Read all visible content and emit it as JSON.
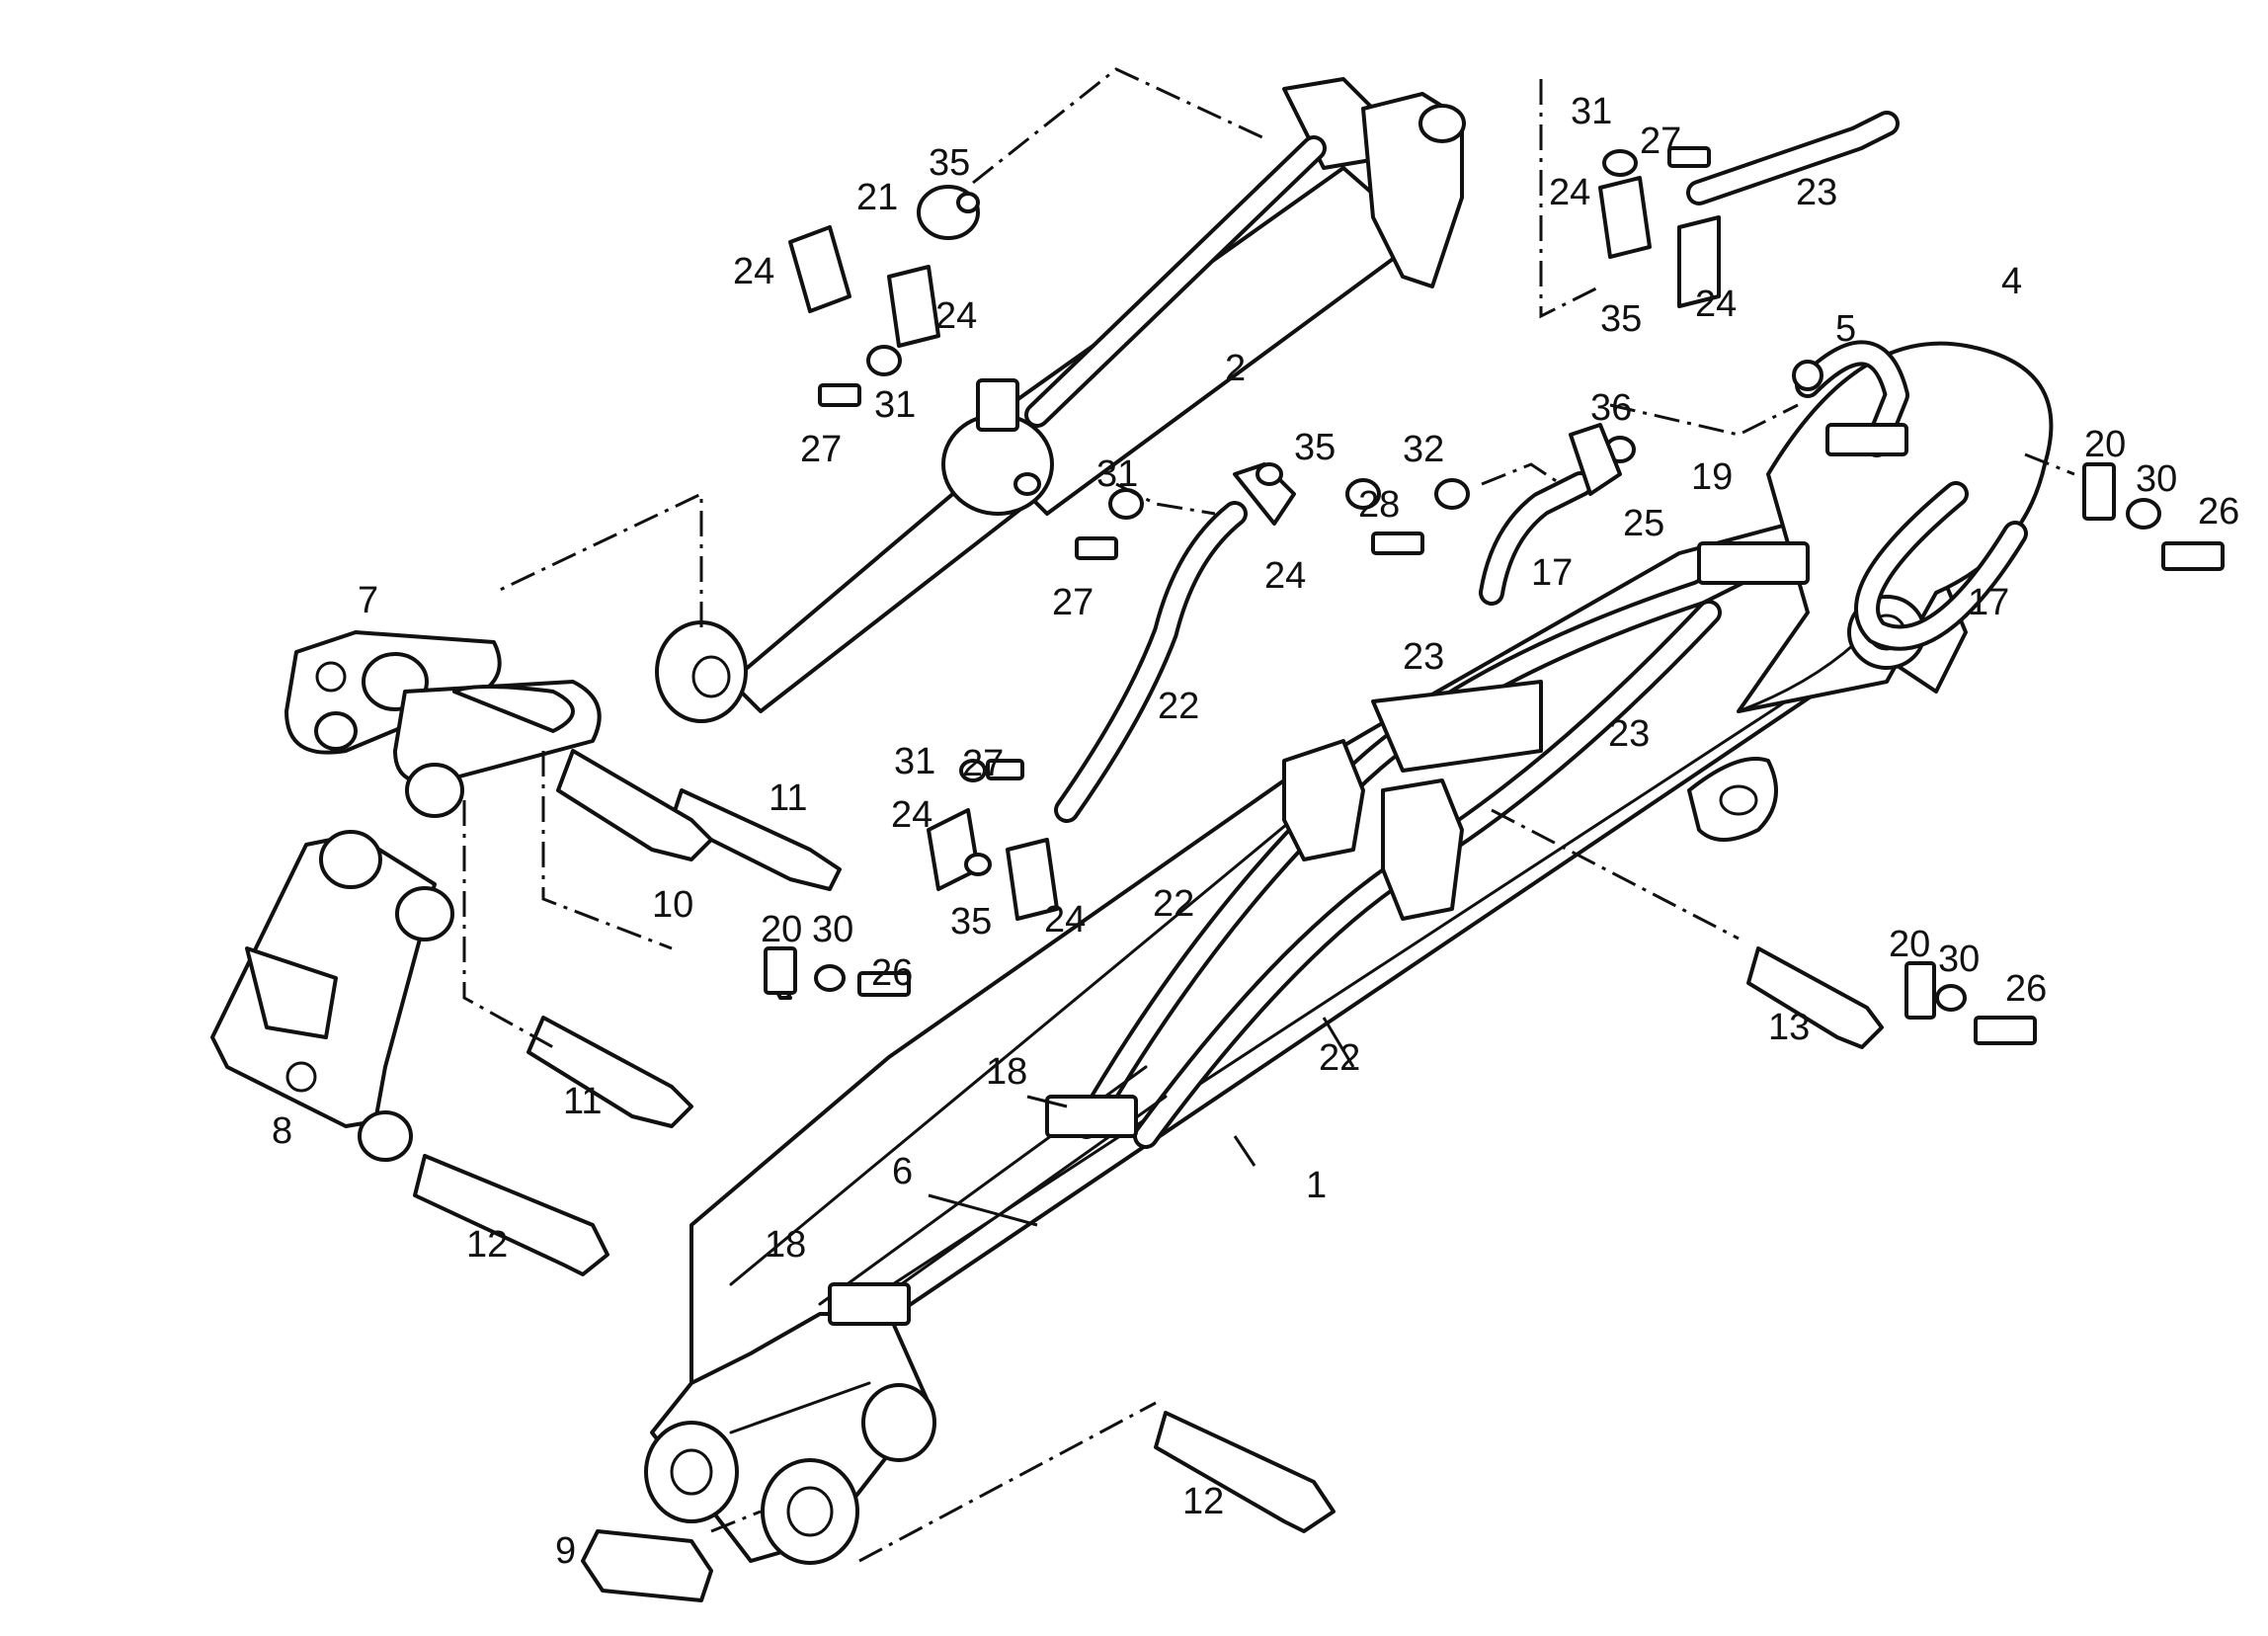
{
  "figure": {
    "callouts": [
      {
        "label": "1"
      },
      {
        "label": "2"
      },
      {
        "label": "4"
      },
      {
        "label": "5"
      },
      {
        "label": "6"
      },
      {
        "label": "7"
      },
      {
        "label": "8"
      },
      {
        "label": "9"
      },
      {
        "label": "10"
      },
      {
        "label": "11"
      },
      {
        "label": "11"
      },
      {
        "label": "12"
      },
      {
        "label": "12"
      },
      {
        "label": "13"
      },
      {
        "label": "17"
      },
      {
        "label": "17"
      },
      {
        "label": "18"
      },
      {
        "label": "18"
      },
      {
        "label": "19"
      },
      {
        "label": "20"
      },
      {
        "label": "20"
      },
      {
        "label": "20"
      },
      {
        "label": "21"
      },
      {
        "label": "22"
      },
      {
        "label": "22"
      },
      {
        "label": "22"
      },
      {
        "label": "23"
      },
      {
        "label": "23"
      },
      {
        "label": "23"
      },
      {
        "label": "24"
      },
      {
        "label": "24"
      },
      {
        "label": "24"
      },
      {
        "label": "24"
      },
      {
        "label": "24"
      },
      {
        "label": "24"
      },
      {
        "label": "24"
      },
      {
        "label": "24"
      },
      {
        "label": "25"
      },
      {
        "label": "26"
      },
      {
        "label": "26"
      },
      {
        "label": "26"
      },
      {
        "label": "27"
      },
      {
        "label": "27"
      },
      {
        "label": "27"
      },
      {
        "label": "27"
      },
      {
        "label": "28"
      },
      {
        "label": "30"
      },
      {
        "label": "30"
      },
      {
        "label": "30"
      },
      {
        "label": "31"
      },
      {
        "label": "31"
      },
      {
        "label": "31"
      },
      {
        "label": "31"
      },
      {
        "label": "32"
      },
      {
        "label": "35"
      },
      {
        "label": "35"
      },
      {
        "label": "35"
      },
      {
        "label": "35"
      },
      {
        "label": "36"
      }
    ]
  },
  "colors": {
    "line": "#111111",
    "background": "#ffffff"
  }
}
